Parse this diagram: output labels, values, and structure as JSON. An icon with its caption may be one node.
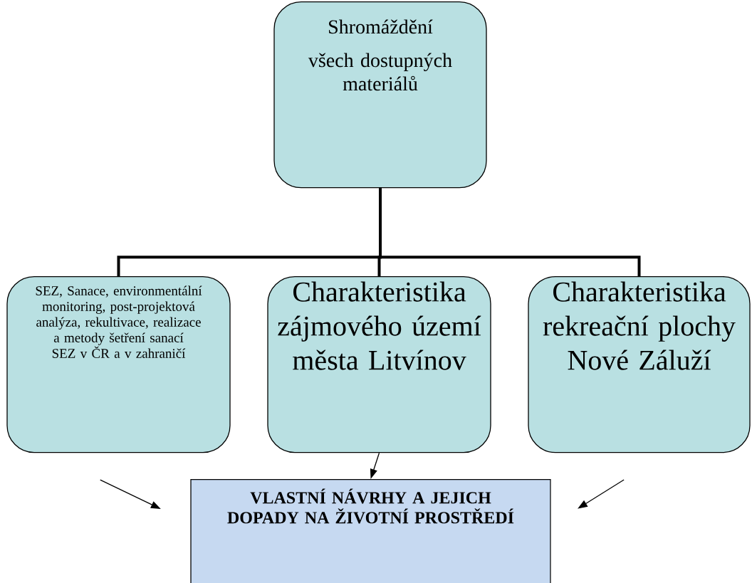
{
  "diagram": {
    "nodes": [
      {
        "text": [
          "Shromáždění",
          "všech dostupných materiálů"
        ]
      },
      {
        "text": [
          "SEZ, Sanace, environmentální monitoring, post-projektová analýza, rekultivace, realizace a metody šetření sanací SEZ v ČR a v zahraničí"
        ]
      },
      {
        "text": [
          "Charakteristika zájmového území města Litvínov"
        ]
      },
      {
        "text": [
          "Charakteristika rekreační plochy Nové Záluží"
        ]
      },
      {
        "text": [
          "VLASTNÍ NÁVRHY A JEJICH DOPADY NA ŽIVOTNÍ PROSTŘEDÍ"
        ]
      }
    ],
    "edges": [
      {
        "from": 0,
        "to": 1,
        "arrow": "none",
        "style": "thick"
      },
      {
        "from": 0,
        "to": 2,
        "arrow": "none",
        "style": "thick"
      },
      {
        "from": 0,
        "to": 3,
        "arrow": "none",
        "style": "thick"
      },
      {
        "from": 1,
        "to": 4,
        "arrow": "to"
      },
      {
        "from": 2,
        "to": 4,
        "arrow": "to"
      },
      {
        "from": 3,
        "to": 4,
        "arrow": "to"
      }
    ]
  }
}
